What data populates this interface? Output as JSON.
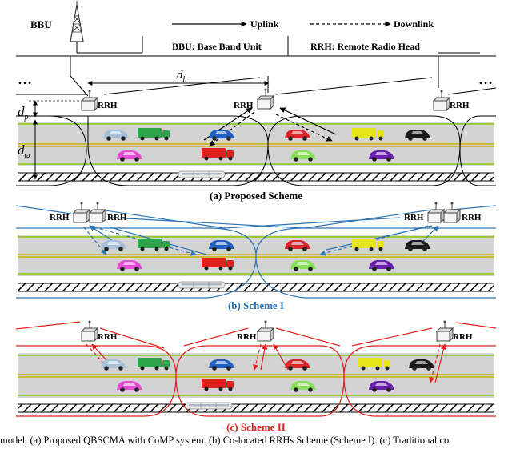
{
  "top": {
    "bbu": "BBU",
    "legend_uplink": "Uplink",
    "legend_downlink": "Downlink",
    "legend_bbu_def": "BBU: Base Band Unit",
    "legend_rrh_def": "RRH: Remote Radio Head",
    "ellipsis": "…",
    "d_h": "d",
    "d_h_sub": "h",
    "d_p": "d",
    "d_p_sub": "p",
    "d_w": "d",
    "d_w_sub": "ω"
  },
  "panels": [
    {
      "caption": "(a) Proposed Scheme",
      "caption_color": "#000000",
      "rrh": "RRH"
    },
    {
      "caption": "(b) Scheme I",
      "caption_color": "#2e75b6",
      "rrh": "RRH"
    },
    {
      "caption": "(c) Scheme II",
      "caption_color": "#e0201c",
      "rrh": "RRH"
    }
  ],
  "colors": {
    "road": "#d3d3d3",
    "lane_green": "#9ccc3c",
    "lane_yellow": "#c8b400",
    "scheme1": "#2e75b6",
    "scheme2": "#e0201c"
  },
  "caption_text": "model. (a) Proposed QBSCMA with CoMP system. (b) Co-located RRHs Scheme (Scheme I). (c) Traditional co"
}
